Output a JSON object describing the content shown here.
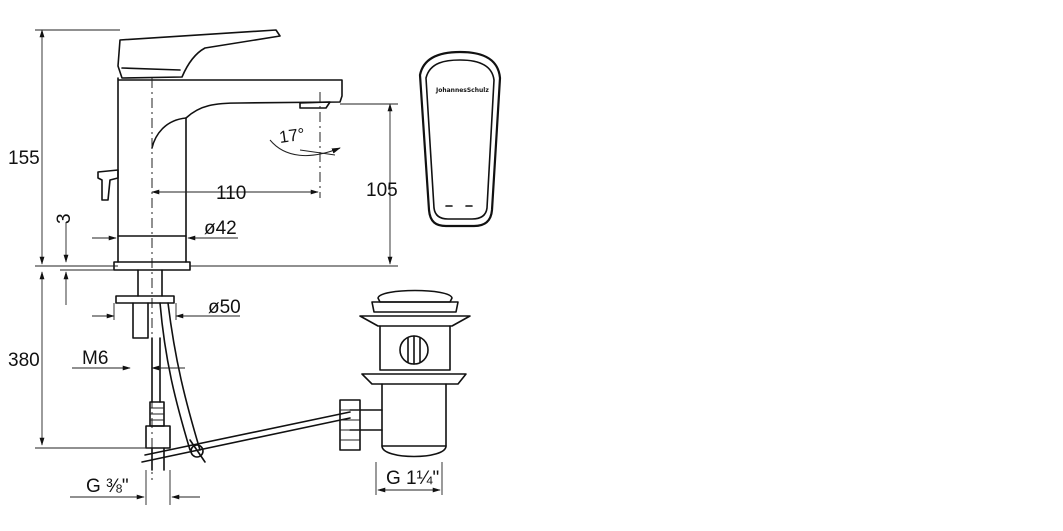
{
  "dimensions": {
    "height_total": "155",
    "reach": "110",
    "spout_height": "105",
    "gap": "3",
    "base_diameter": "ø42",
    "flange_diameter": "ø50",
    "below_counter": "380",
    "thread_rod": "M6",
    "hose_thread": "G ⅜\"",
    "waste_thread": "G 1¼\""
  },
  "swivel_angle": "17°",
  "handle_logo": "JohannesSchulz"
}
